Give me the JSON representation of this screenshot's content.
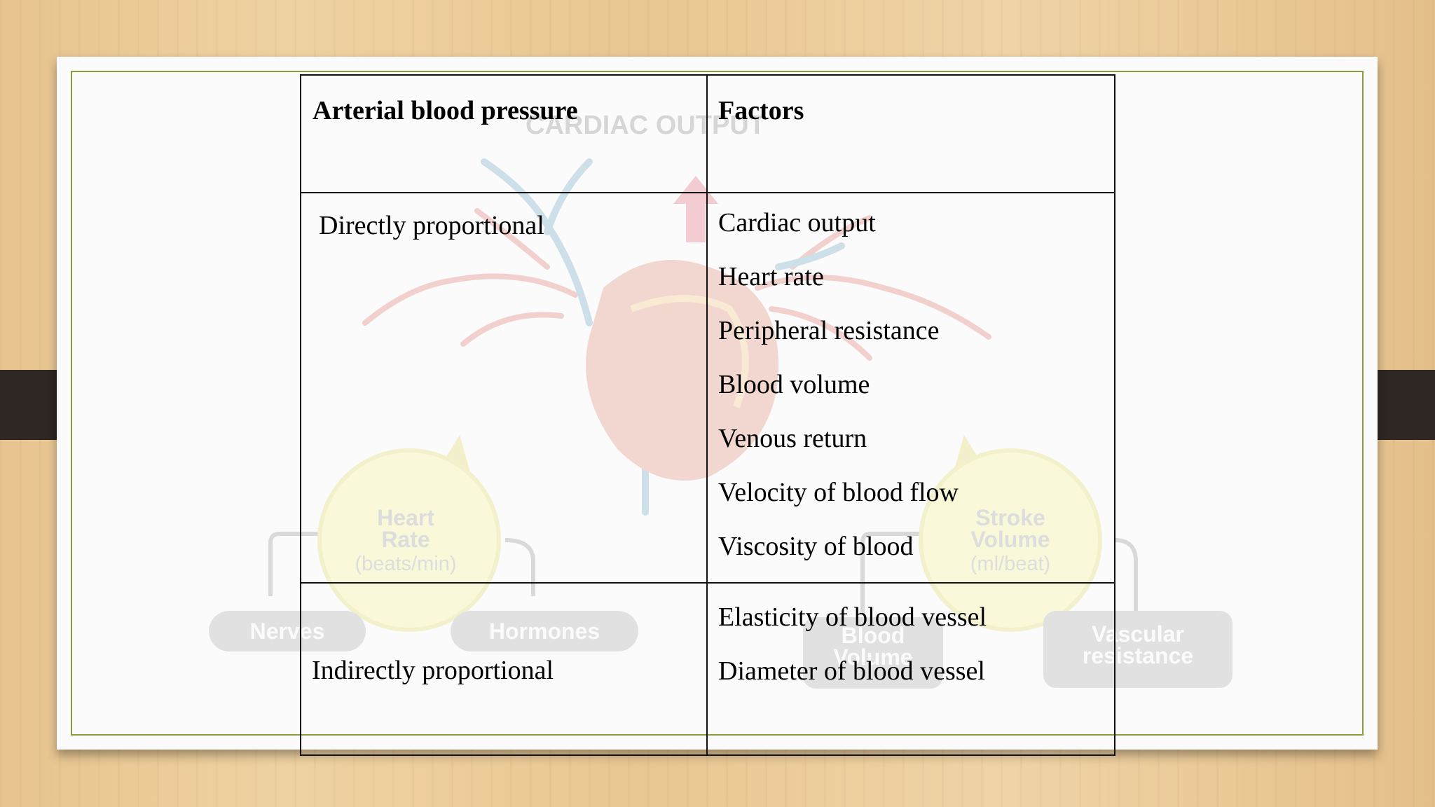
{
  "table": {
    "header": {
      "col1": "Arterial blood pressure",
      "col2": "Factors"
    },
    "rows": [
      {
        "label": "Directly proportional",
        "factors": [
          "Cardiac output",
          "Heart rate",
          "Peripheral resistance",
          "Blood volume",
          "Venous return",
          "Velocity of blood flow",
          "Viscosity of blood"
        ]
      },
      {
        "label": "Indirectly proportional",
        "factors": [
          "Elasticity of blood vessel",
          "Diameter of blood vessel"
        ]
      }
    ]
  },
  "background_figure": {
    "title": "CARDIAC OUTPUT",
    "heart_rate": {
      "line1": "Heart",
      "line2": "Rate",
      "line3": "(beats/min)"
    },
    "stroke_volume": {
      "line1": "Stroke",
      "line2": "Volume",
      "line3": "(ml/beat)"
    },
    "nerves": "Nerves",
    "hormones": "Hormones",
    "blood_volume": {
      "line1": "Blood",
      "line2": "Volume"
    },
    "vascular_resistance": {
      "line1": "Vascular",
      "line2": "resistance"
    }
  },
  "colors": {
    "slide_border": "#8a9a3c",
    "clip": "#2e2723",
    "table_border": "#111111"
  }
}
